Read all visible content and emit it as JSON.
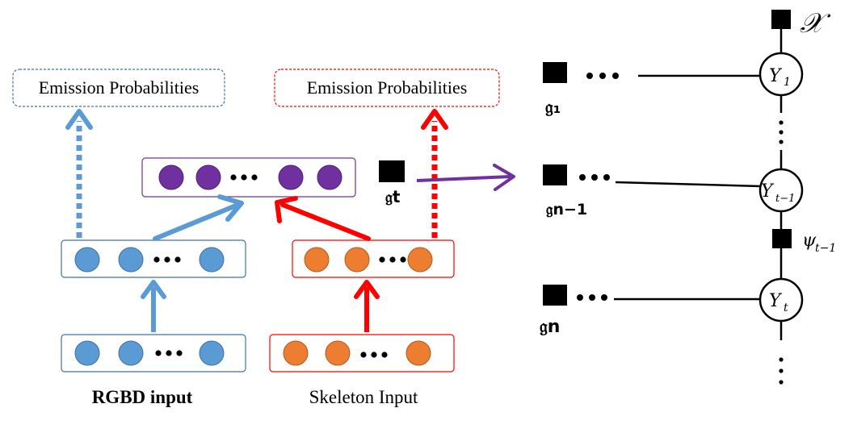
{
  "left": {
    "emission_blue": "Emission Probabilities",
    "emission_red": "Emission Probabilities",
    "rgbd_label": "RGBD input",
    "skeleton_label": "Skeleton Input",
    "g_t_label": "𝔤t"
  },
  "right": {
    "x_label": "𝒳",
    "y1_label": "Y",
    "y1_sub": "1",
    "ytm1_label": "Y",
    "ytm1_sub": "t−1",
    "yt_label": "Y",
    "yt_sub": "t",
    "psi_label": "ψ",
    "psi_sub": "t−1",
    "g1_label": "𝔤₁",
    "gnm1_label": "𝔤n−1",
    "gn_label": "𝔤n"
  },
  "colors": {
    "blue": "#5b9bd5",
    "blue_stroke": "#41719c",
    "orange": "#ed7d31",
    "orange_stroke": "#ae5a21",
    "purple": "#7030a0",
    "red": "#ff0000",
    "purple_box": "#7030a0",
    "node_dark": "#000000"
  }
}
